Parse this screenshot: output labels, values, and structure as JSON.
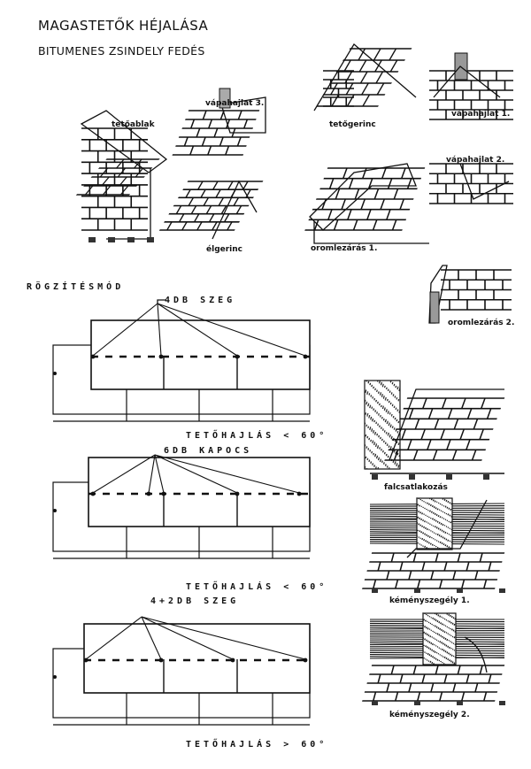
{
  "title": "MAGASTETŐK HÉJALÁSA",
  "subtitle": "BITUMENES ZSINDELY FEDÉS",
  "details": {
    "roof_window": "tetőablak",
    "valley3": "vápahajlat 3.",
    "hip_ridge": "élgerinc",
    "ridge": "tetőgerinc",
    "valley1": "vápahajlat 1.",
    "valley2": "vápahajlat 2.",
    "verge1": "oromlezárás 1.",
    "verge2": "oromlezárás 2.",
    "wall_joint": "falcsatlakozás",
    "chimney1": "kéményszegély 1.",
    "chimney2": "kéményszegély 2."
  },
  "fixing": {
    "heading": "RÖGZÍTÉSMÓD",
    "methods": [
      {
        "label": "4DB SZEG",
        "slope": "TETŐHAJLÁS < 60°",
        "fasteners": 4
      },
      {
        "label": "6DB KAPOCS",
        "slope": "TETŐHAJLÁS < 60°",
        "fasteners": 6
      },
      {
        "label": "4+2DB SZEG",
        "slope": "TETŐHAJLÁS > 60°",
        "fasteners": 6
      }
    ]
  }
}
